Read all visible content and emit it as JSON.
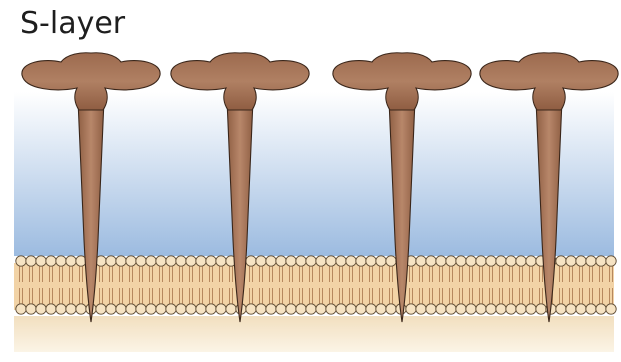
{
  "figure": {
    "title": "S-layer",
    "colors": {
      "protein_fill": "#a8765a",
      "protein_stroke": "#3a261a",
      "lipid_head_fill": "#f6e3c3",
      "lipid_head_stroke": "#5d4a33",
      "lipid_tail": "#b07f56",
      "membrane_core": "#f1cf9c",
      "periplasm_top": "#ffffff",
      "periplasm_bottom": "#9cbbe0",
      "cytoplasm": "#f7ecd6"
    },
    "components": [
      "s-layer-protein",
      "membrane-lipid-bilayer",
      "extracellular-space",
      "cytoplasm"
    ],
    "protein_count": 4
  }
}
